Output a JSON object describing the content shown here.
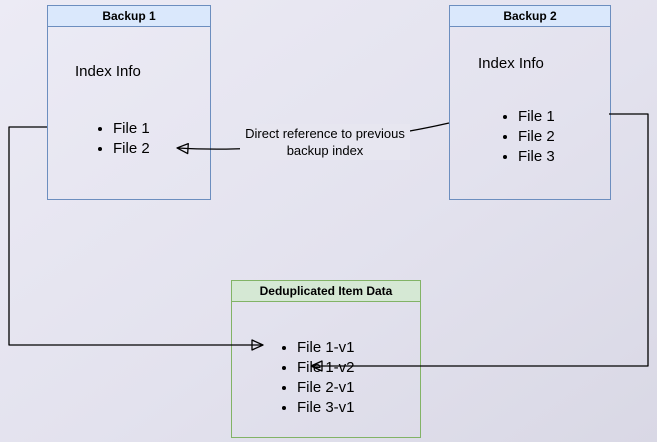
{
  "diagram": {
    "backup1": {
      "title": "Backup 1",
      "section": "Index Info",
      "items": [
        "File 1",
        "File 2"
      ]
    },
    "backup2": {
      "title": "Backup 2",
      "section": "Index Info",
      "items": [
        "File 1",
        "File 2",
        "File 3"
      ]
    },
    "dedup": {
      "title": "Deduplicated Item Data",
      "items": [
        "File 1-v1",
        "File 1-v2",
        "File 2-v1",
        "File 3-v1"
      ]
    },
    "annotation": "Direct reference to previous backup index",
    "colors": {
      "blue_border": "#6c8ebf",
      "blue_fill": "#dae8fc",
      "green_border": "#82b366",
      "green_fill": "#d5e8d4",
      "arrow": "#000000"
    }
  }
}
